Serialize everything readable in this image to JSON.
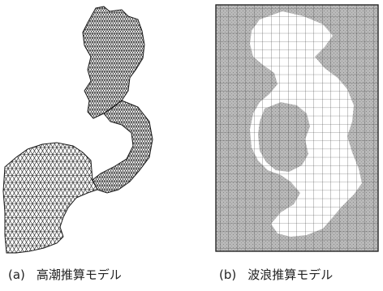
{
  "figure": {
    "panel_a": {
      "tag": "(a)",
      "caption": "高潮推算モデル"
    },
    "panel_b": {
      "tag": "(b)",
      "caption": "波浪推算モデル"
    }
  },
  "colors": {
    "mesh_line": "#1a1a1a",
    "land_fill": "#b9b9b9",
    "sea_fill": "#ffffff",
    "grid_line": "#444444"
  }
}
